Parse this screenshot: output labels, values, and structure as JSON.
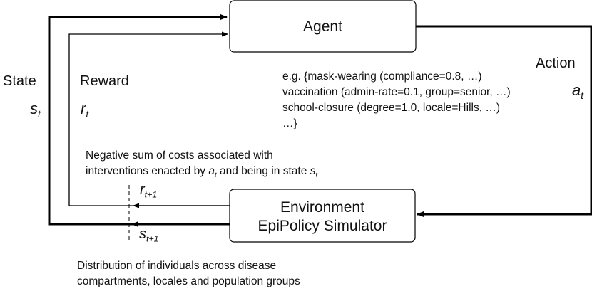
{
  "agent": {
    "label": "Agent"
  },
  "environment": {
    "line1": "Environment",
    "line2": "EpiPolicy Simulator"
  },
  "state": {
    "label": "State",
    "symbol": "s",
    "sub": "t"
  },
  "reward": {
    "label": "Reward",
    "symbol": "r",
    "sub": "t"
  },
  "action": {
    "label": "Action",
    "symbol": "a",
    "sub": "t"
  },
  "action_examples": [
    "e.g. {mask-wearing (compliance=0.8, …)",
    "vaccination (admin-rate=0.1, group=senior, …)",
    "school-closure (degree=1.0, locale=Hills, …)",
    "…}"
  ],
  "reward_desc": {
    "line1": "Negative sum of costs associated with",
    "line2_prefix": "interventions enacted by ",
    "line2_a": "a",
    "line2_a_sub": "t",
    "line2_mid": " and being in state ",
    "line2_s": "s",
    "line2_s_sub": "t"
  },
  "next_reward": {
    "symbol": "r",
    "sub": "t+1"
  },
  "next_state": {
    "symbol": "s",
    "sub": "t+1"
  },
  "state_desc": [
    "Distribution of individuals across disease",
    "compartments, locales and population groups"
  ]
}
